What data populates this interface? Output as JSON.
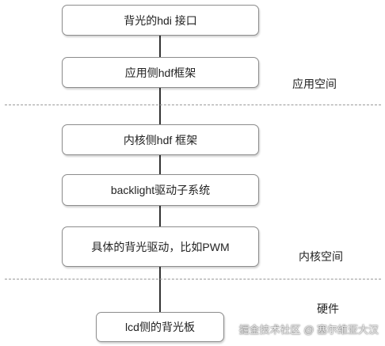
{
  "nodes": [
    {
      "label": "背光的hdi 接口"
    },
    {
      "label": "应用侧hdf框架"
    },
    {
      "label": "内核侧hdf 框架"
    },
    {
      "label": "backlight驱动子系统"
    },
    {
      "label": "具体的背光驱动，比如PWM"
    },
    {
      "label": "lcd侧的背光板"
    }
  ],
  "zones": {
    "app_space": "应用空间",
    "kernel_space": "内核空间",
    "hardware": "硬件"
  },
  "watermark": "掘金技术社区 @ 塞尔维亚大汉"
}
